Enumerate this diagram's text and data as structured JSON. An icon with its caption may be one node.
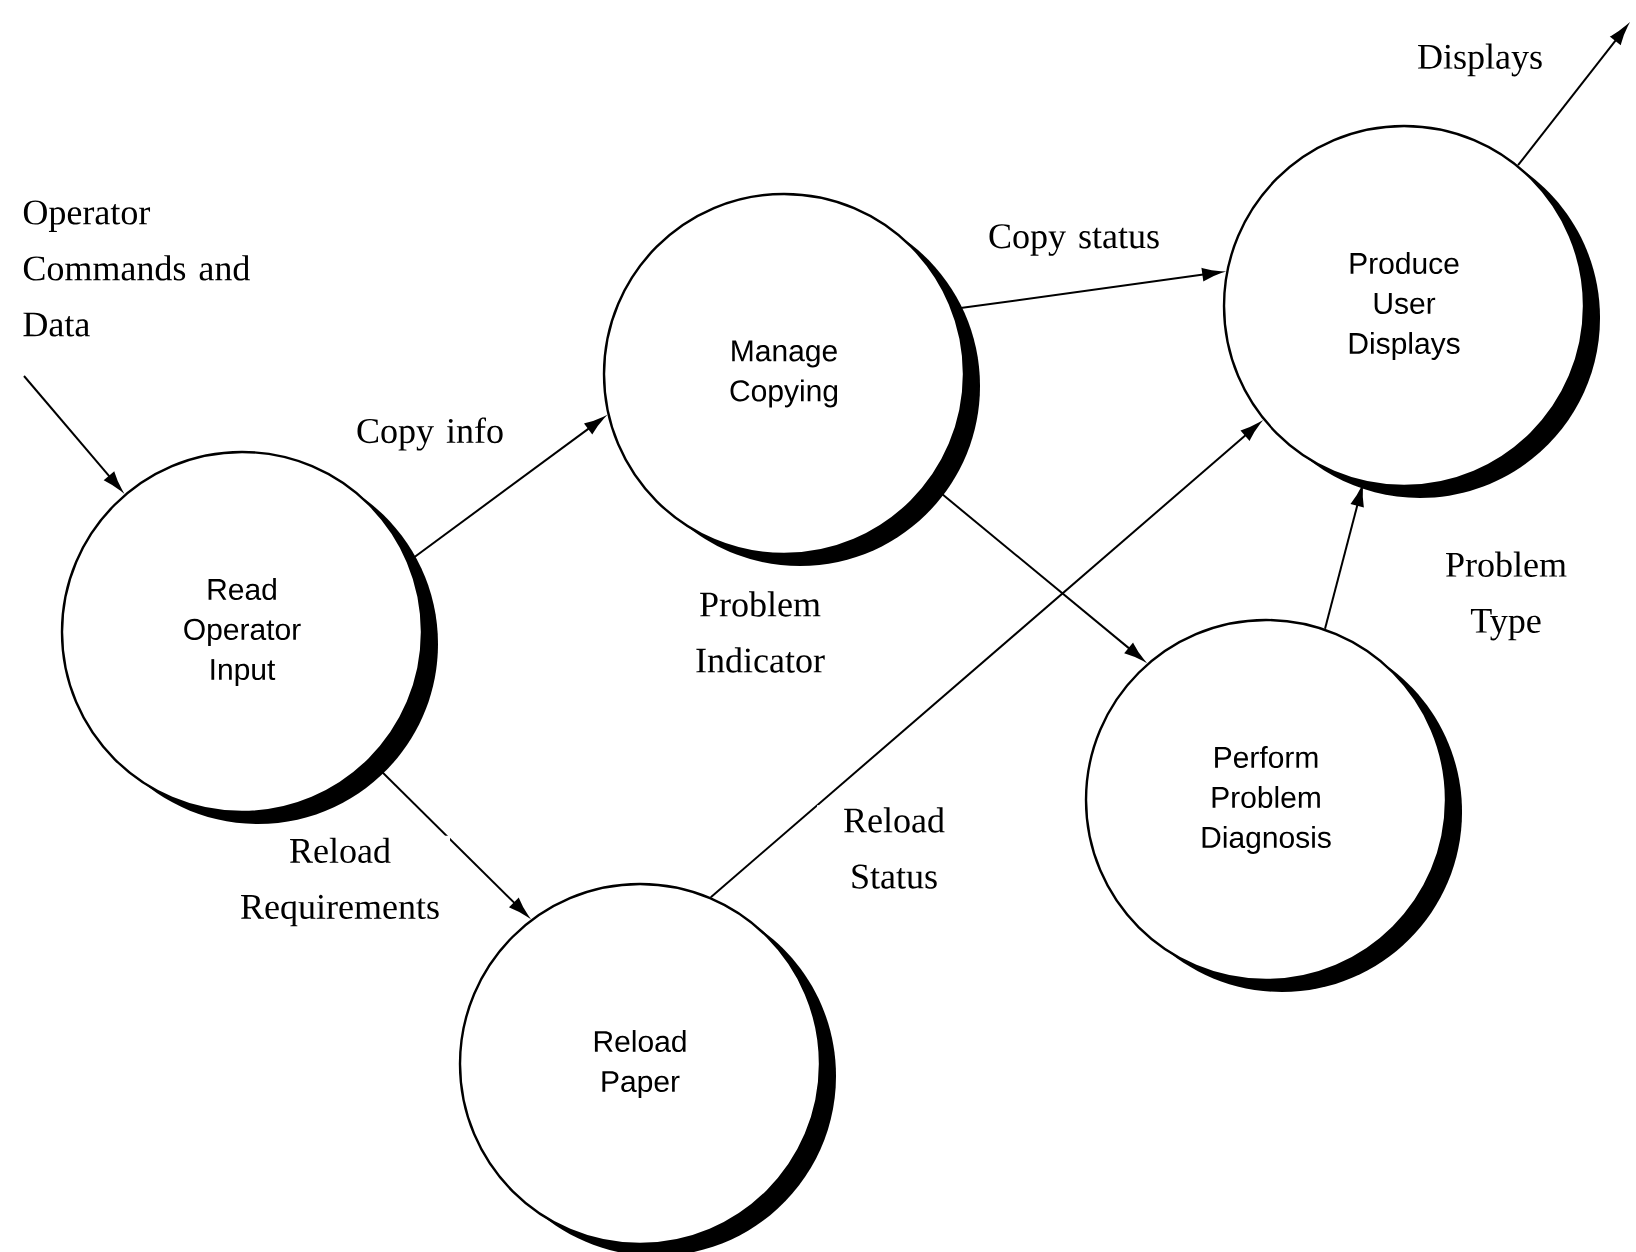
{
  "diagram": {
    "nodes": [
      {
        "text": [
          "Operator Commands and Data"
        ]
      },
      {
        "text": [
          "Read Operator Input"
        ]
      },
      {
        "text": [
          "Manage Copying"
        ]
      },
      {
        "text": [
          "Produce User Displays"
        ]
      },
      {
        "text": [
          "Perform Problem Diagnosis"
        ]
      },
      {
        "text": [
          "Reload Paper"
        ]
      }
    ],
    "edges": [
      {
        "from": 0,
        "to": 1,
        "arrow": "to"
      },
      {
        "from": 1,
        "to": 2,
        "arrow": "to",
        "label": "Copy info"
      },
      {
        "from": 2,
        "to": 3,
        "arrow": "to",
        "label": "Copy status"
      },
      {
        "from": 2,
        "to": 4,
        "arrow": "to",
        "label": "Problem Indicator"
      },
      {
        "from": 1,
        "to": 5,
        "arrow": "to",
        "label": "Reload Requirements"
      },
      {
        "from": 5,
        "to": 3,
        "arrow": "to",
        "label": "Reload Status"
      },
      {
        "from": 4,
        "to": 3,
        "arrow": "to",
        "label": "Problem Type"
      },
      {
        "from": 3,
        "to": null,
        "arrow": "to",
        "label": "Displays"
      }
    ]
  }
}
